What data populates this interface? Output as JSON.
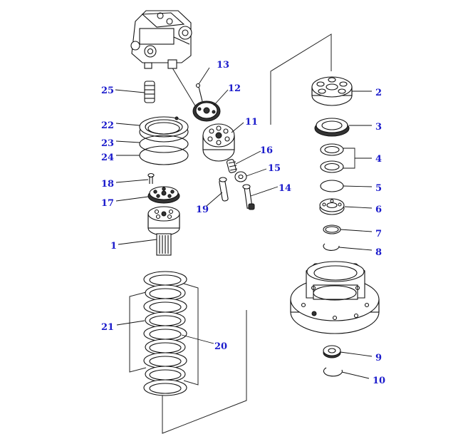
{
  "diagram": {
    "colors": {
      "callout": "#1b1bcc",
      "ink": "#111111",
      "background": "#ffffff"
    },
    "callouts": [
      {
        "id": "p1",
        "text": "1"
      },
      {
        "id": "p2",
        "text": "2"
      },
      {
        "id": "p3",
        "text": "3"
      },
      {
        "id": "p4",
        "text": "4"
      },
      {
        "id": "p5",
        "text": "5"
      },
      {
        "id": "p6",
        "text": "6"
      },
      {
        "id": "p7",
        "text": "7"
      },
      {
        "id": "p8",
        "text": "8"
      },
      {
        "id": "p9",
        "text": "9"
      },
      {
        "id": "p10",
        "text": "10"
      },
      {
        "id": "p11",
        "text": "11"
      },
      {
        "id": "p12",
        "text": "12"
      },
      {
        "id": "p13",
        "text": "13"
      },
      {
        "id": "p14",
        "text": "14"
      },
      {
        "id": "p15",
        "text": "15"
      },
      {
        "id": "p16",
        "text": "16"
      },
      {
        "id": "p17",
        "text": "17"
      },
      {
        "id": "p18",
        "text": "18"
      },
      {
        "id": "p19",
        "text": "19"
      },
      {
        "id": "p20",
        "text": "20"
      },
      {
        "id": "p21",
        "text": "21"
      },
      {
        "id": "p22",
        "text": "22"
      },
      {
        "id": "p23",
        "text": "23"
      },
      {
        "id": "p24",
        "text": "24"
      },
      {
        "id": "p25",
        "text": "25"
      }
    ]
  }
}
